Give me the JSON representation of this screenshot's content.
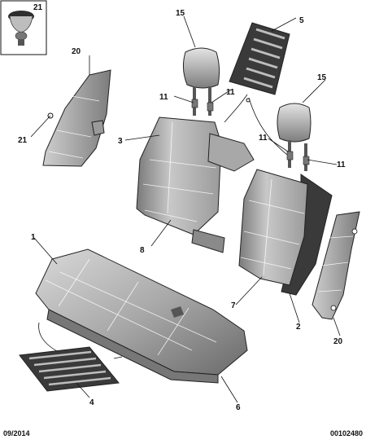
{
  "footer": {
    "date_code": "09/2014",
    "reference": "00102480"
  },
  "callouts": {
    "c21a": "21",
    "c20a": "20",
    "c21b": "21",
    "c15a": "15",
    "c5": "5",
    "c11a": "11",
    "c11b": "11",
    "c3": "3",
    "c15b": "15",
    "c11c": "11",
    "c11d": "11",
    "c8": "8",
    "c1": "1",
    "c7": "7",
    "c2": "2",
    "c20b": "20",
    "c4": "4",
    "c6": "6"
  }
}
